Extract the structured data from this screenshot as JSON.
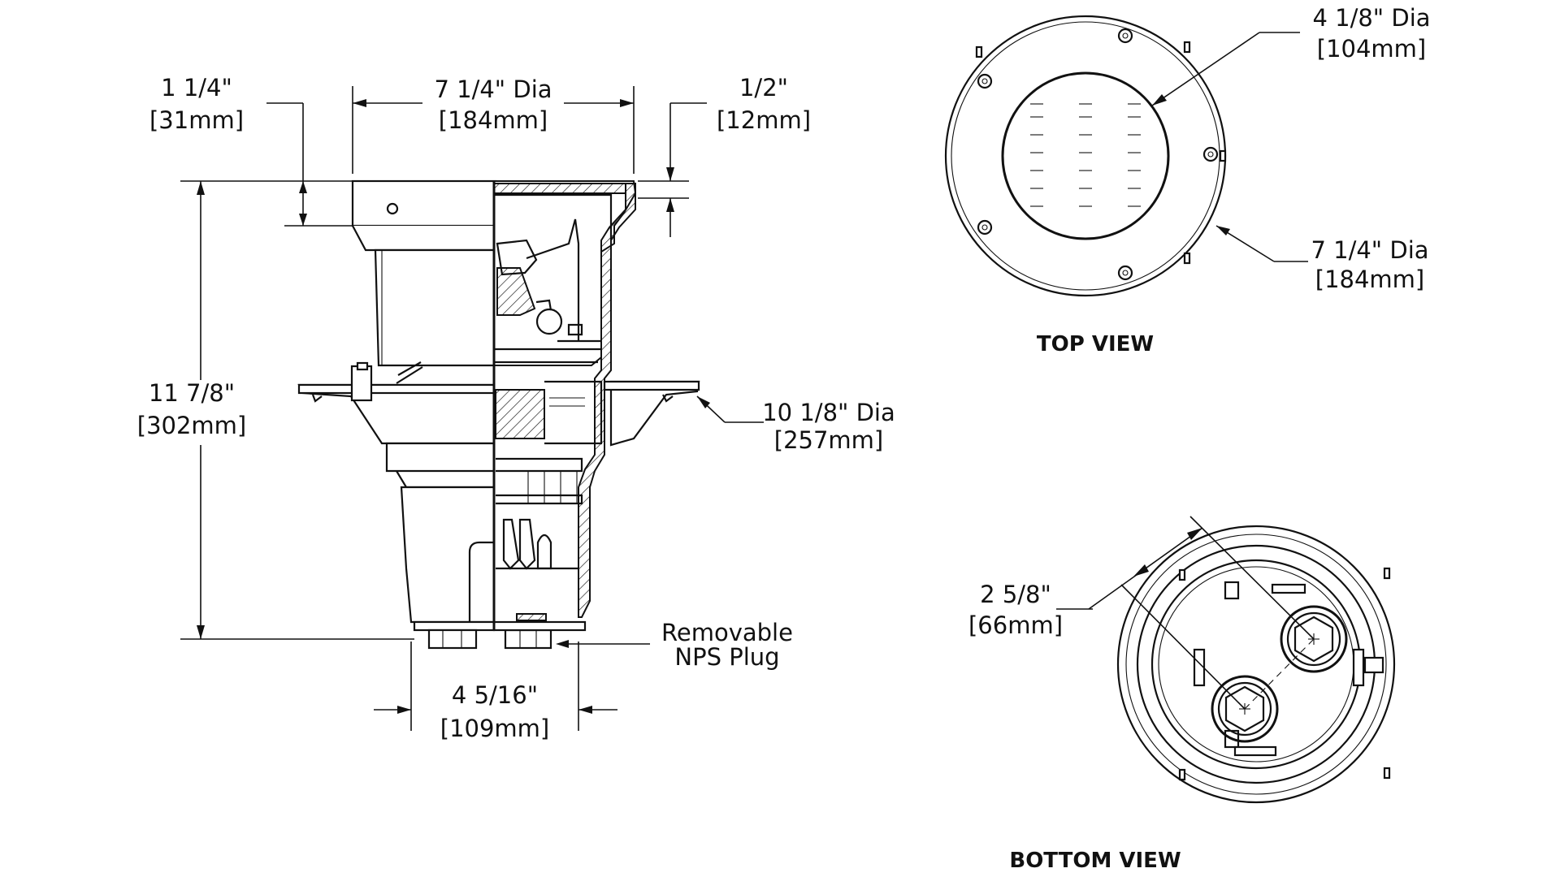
{
  "side_view": {
    "dims": {
      "overall_height": {
        "imperial": "11 7/8\"",
        "metric": "[302mm]"
      },
      "top_thickness": {
        "imperial": "1 1/4\"",
        "metric": "[31mm]"
      },
      "top_diameter": {
        "imperial": "7 1/4\" Dia",
        "metric": "[184mm]"
      },
      "top_lip": {
        "imperial": "1/2\"",
        "metric": "[12mm]"
      },
      "flange_diameter": {
        "imperial": "10 1/8\" Dia",
        "metric": "[257mm]"
      },
      "base_width": {
        "imperial": "4 5/16\"",
        "metric": "[109mm]"
      }
    },
    "plug_note": {
      "line1": "Removable",
      "line2": "NPS Plug"
    }
  },
  "top_view": {
    "label": "TOP VIEW",
    "inner_dim": {
      "imperial": "4 1/8\" Dia",
      "metric": "[104mm]"
    },
    "outer_dim": {
      "imperial": "7 1/4\" Dia",
      "metric": "[184mm]"
    }
  },
  "bottom_view": {
    "label": "BOTTOM VIEW",
    "spacing_dim": {
      "imperial": "2 5/8\"",
      "metric": "[66mm]"
    }
  }
}
